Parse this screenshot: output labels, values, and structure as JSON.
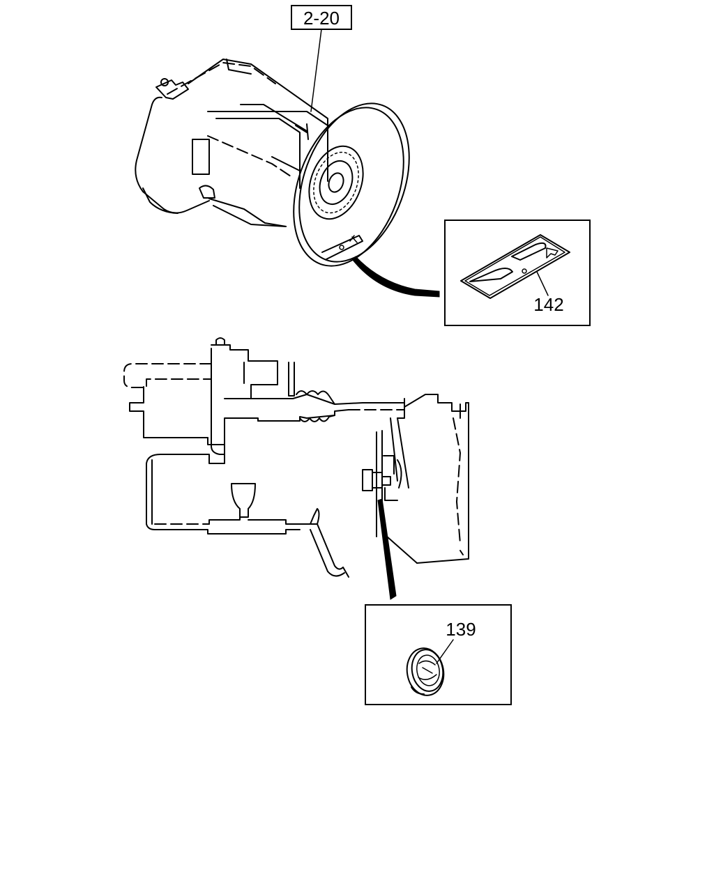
{
  "callouts": {
    "ref_label": "2-20",
    "part_plate": "142",
    "part_washer": "139"
  }
}
